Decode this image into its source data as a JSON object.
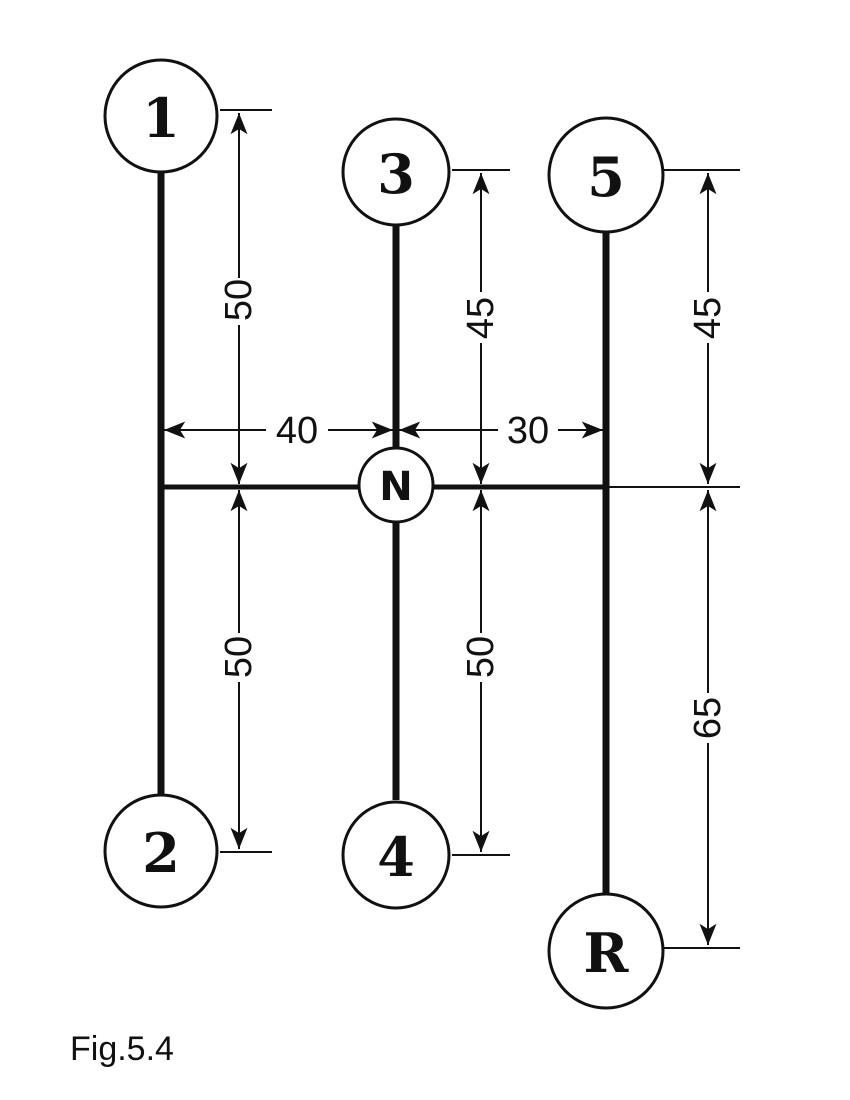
{
  "gears": {
    "g1": "1",
    "g2": "2",
    "g3": "3",
    "g4": "4",
    "g5": "5",
    "gR": "R",
    "gN": "N"
  },
  "dimensions": {
    "upper_1": "50",
    "lower_2": "50",
    "upper_3": "45",
    "lower_4": "50",
    "upper_5": "45",
    "lower_R": "65",
    "span_1_3": "40",
    "span_3_5": "30"
  },
  "caption": "Fig.5.4",
  "colors": {
    "ink": "#111111",
    "background": "#ffffff"
  }
}
